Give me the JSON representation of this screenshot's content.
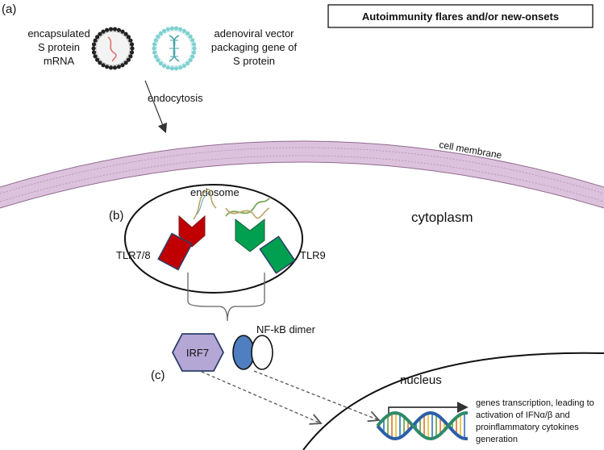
{
  "title": "Autoimmunity flares and/or new-onsets",
  "panels": {
    "a": "(a)",
    "b": "(b)",
    "c": "(c)"
  },
  "vaccines": {
    "mrna": [
      "encapsulated",
      "S protein",
      "mRNA"
    ],
    "adeno": [
      "adenoviral vector",
      "packaging gene of",
      "S protein"
    ]
  },
  "labels": {
    "endocytosis": "endocytosis",
    "cell_membrane": "cell membrane",
    "endosome": "endosome",
    "cytoplasm": "cytoplasm",
    "tlr78": "TLR7/8",
    "tlr9": "TLR9",
    "irf7": "IRF7",
    "nfkb": "NF-kB dimer",
    "nucleus": "nucleus"
  },
  "outcome": [
    "genes transcription, leading to",
    "activation of IFNα/β and",
    "proinflammatory cytokines",
    "generation"
  ],
  "colors": {
    "membrane": "#d9bcd9",
    "membrane_line": "#8f6a8f",
    "tlr78": "#c00000",
    "tlr9": "#00a050",
    "irf7": "#b4a7d6",
    "nfkb": "#4f7fc0",
    "lipid_teal": "#7fd0d0"
  }
}
